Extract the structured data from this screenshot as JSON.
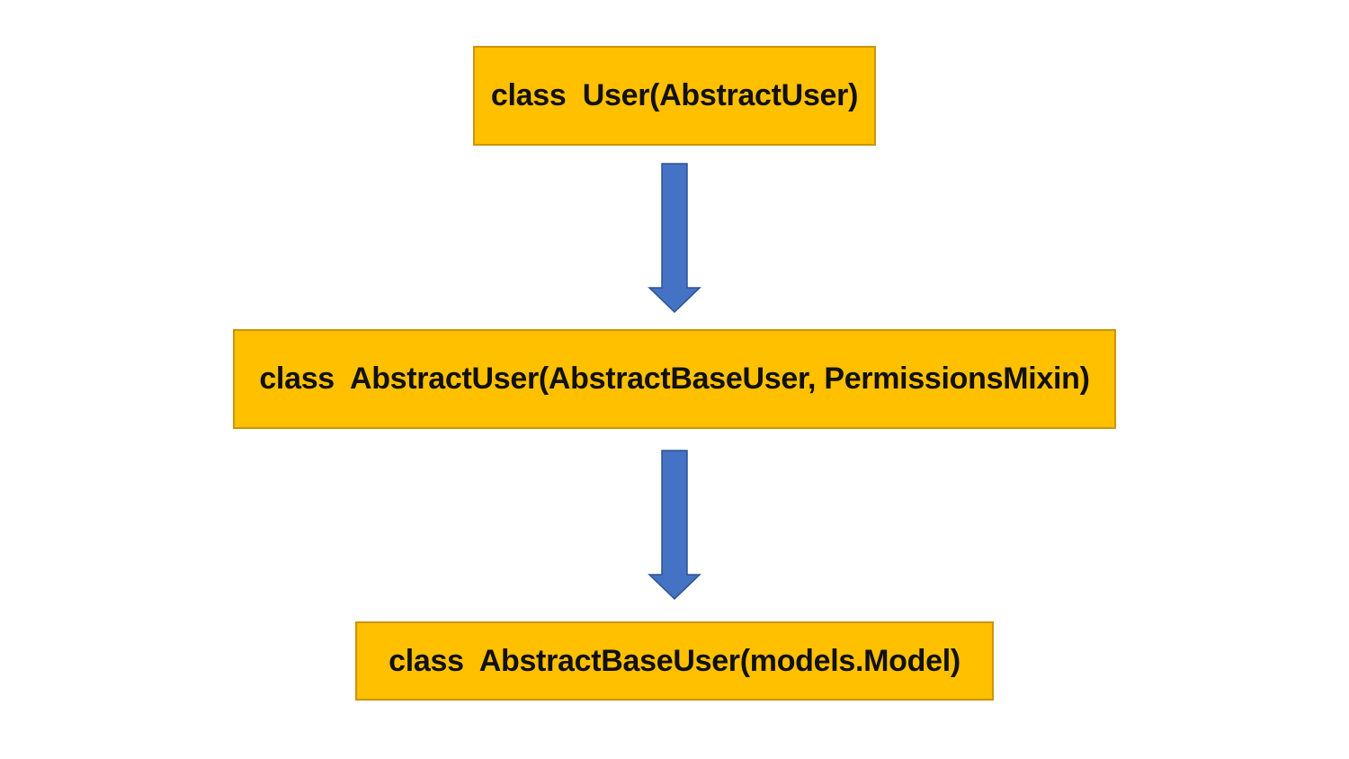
{
  "colors": {
    "box_fill": "#FFC000",
    "box_border": "#C9950A",
    "arrow_fill": "#4472C4",
    "arrow_stroke": "#2F528F",
    "text": "#111111"
  },
  "nodes": [
    {
      "label": "class  User(AbstractUser)"
    },
    {
      "label": "class  AbstractUser(AbstractBaseUser, PermissionsMixin)"
    },
    {
      "label": "class  AbstractBaseUser(models.Model)"
    }
  ],
  "edges": [
    {
      "from": "class  User(AbstractUser)",
      "to": "class  AbstractUser(AbstractBaseUser, PermissionsMixin)",
      "icon": "arrow-down-icon"
    },
    {
      "from": "class  AbstractUser(AbstractBaseUser, PermissionsMixin)",
      "to": "class  AbstractBaseUser(models.Model)",
      "icon": "arrow-down-icon"
    }
  ]
}
